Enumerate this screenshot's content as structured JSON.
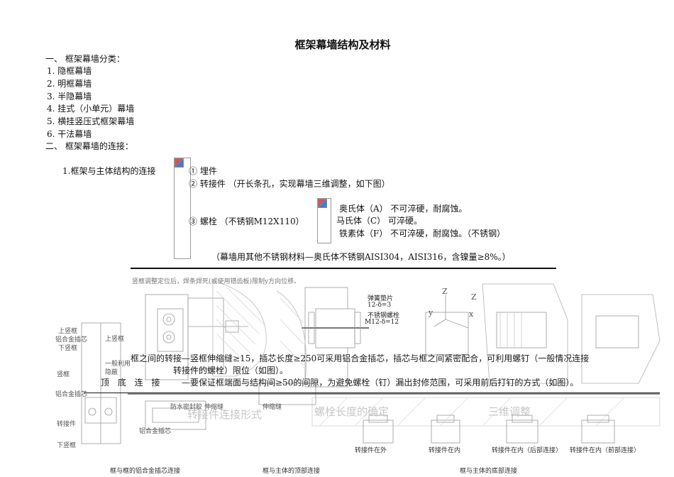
{
  "title": "框架幕墙结构及材料",
  "section1": {
    "heading": "一、   框架幕墙分类：",
    "items": [
      "1. 隐框幕墙",
      "2. 明框幕墙",
      "3. 半隐幕墙",
      "4. 挂式（小单元）幕墙",
      "5. 横挂竖压式框架幕墙",
      "6. 干法幕墙"
    ]
  },
  "section2": {
    "heading": "二、   框架幕墙的连接：",
    "sub1_label": "1.框架与主体结构的连接",
    "connections": [
      "① 埋件",
      "② 转接件 （开长条孔，实现幕墙三维调整，如下图）",
      "③ 螺栓  （不锈钢M12X110）"
    ],
    "steels": [
      "奥氏体（A） 不可淬硬，耐腐蚀。",
      "马氏体（C）  可淬硬。",
      "铁素体（F） 不可淬硬，耐腐蚀。（不锈钢）"
    ],
    "note": "（幕墙用其他不锈钢材料—奥氏体不锈钢AISI304，AISI316，含镍量≥8%。）"
  },
  "overlay": {
    "line1": "框之间的转接—竖框伸缩缝≥15，插芯长度≥250可采用铝合金插芯，插芯与框之间紧密配合，可利用螺钉（一般情况连接",
    "line2": "转接件的螺栓）限位（如图）。",
    "line3_label": "顶 底 连 接",
    "line3": "—要保证框端面与结构间≥50的间隙，为避免螺栓（钉）漏出封修范围，可采用前后打钉的方式（如图）。"
  },
  "drawing": {
    "top_note": "竖框调整定位后，焊条焊死(或使用错齿板)限制y方向位移。",
    "washer_labels": [
      "弹簧垫片",
      "12-δ=3",
      "不锈钢螺栓",
      "M12-δ=12"
    ],
    "labels_big": [
      "转接件连接形式",
      "螺栓长度的确定",
      "三维调整"
    ],
    "axis": [
      "Z",
      "y",
      "Z",
      "x"
    ],
    "captions_bottom": [
      "转接件在外",
      "转接件在内",
      "转接件在内（后部连接）",
      "转接件在内（前部连接）"
    ],
    "captions_footer": [
      "框与框的铝合金插芯连接",
      "框与主体的顶部连接",
      "框与主体的底部连接"
    ],
    "left_labels": [
      "上竖框",
      "铝合金插芯",
      "下竖框",
      "铝合金插芯",
      "转接件",
      "上竖框",
      "一般利用",
      "隐蔽",
      "铝合金插芯",
      "竖框",
      "下竖框"
    ],
    "center_labels": [
      "伸缩缝",
      "伸缩缝",
      "防水密封胶"
    ]
  }
}
